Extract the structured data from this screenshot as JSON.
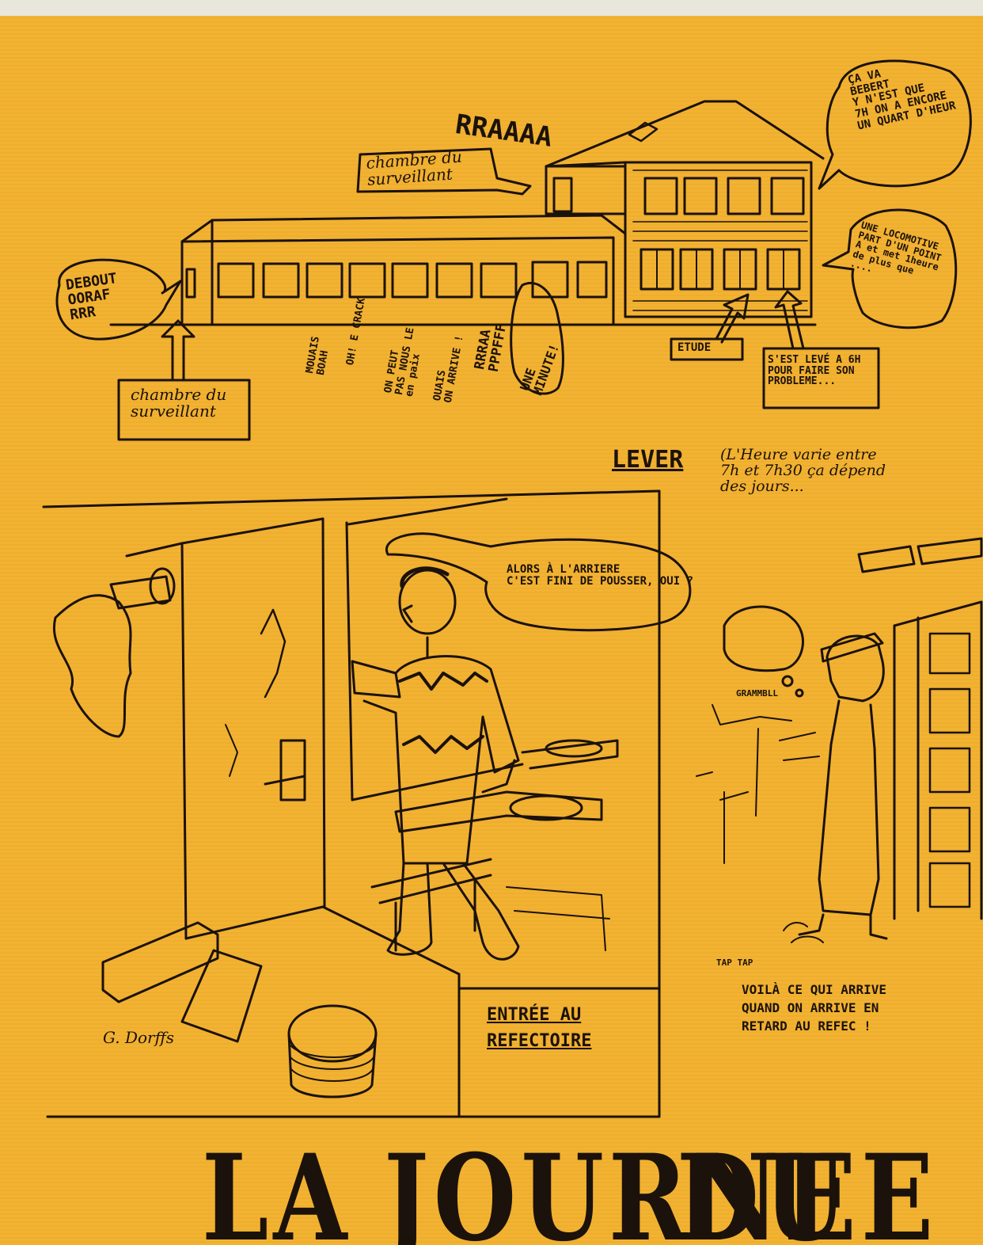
{
  "top_scene": {
    "roof_sound": "RRAAAA",
    "upper_room_label": "chambre du\nsurveillant",
    "bubble_top_right": "ÇA VA\nBEBERT\nY N'EST QUE\n7H ON A ENCORE\nUN QUART D'HEUR",
    "bubble_left": "DEBOUT\nOORAF\nRRR",
    "bubble_right": "UNE LOCOMOTIVE\nPART D'UN POINT\nA et met 1heure\nde plus que\n....",
    "window_voices": [
      "MOUAIS\nBOAH",
      "OH! E CRACK",
      "ON PEUT\nPAS NOUS LE\nen paix",
      "OUAIS\nON ARRIVE !",
      "RRRAA\nPPPFFF"
    ],
    "minute_bubble": "UNE\nMINUTE!",
    "lower_room_label": "chambre du\nsurveillant",
    "etude_label": "ETUDE",
    "early_riser_label": "S'EST LEVÉ A 6H\nPOUR FAIRE SON\nPROBLEME..."
  },
  "lever": {
    "heading": "LEVER",
    "note": "(L'Heure varie entre\n7h et 7h30 ça dépend\ndes jours..."
  },
  "refectory_scene": {
    "speech": "ALORS À L'ARRIERE\nC'EST FINI DE POUSSER, OUI ?",
    "caption": "ENTRÉE AU\nREFECTOIRE",
    "signature": "G. Dorffs"
  },
  "late_scene": {
    "grumble": "GRAMMBLL",
    "tap": "TAP TAP",
    "caption": "VOILÀ CE QUI ARRIVE\nQUAND ON ARRIVE EN\nRETARD AU REFEC !"
  },
  "title": {
    "word1": "LA",
    "word2": "JOURNEE",
    "word3": "DU"
  }
}
